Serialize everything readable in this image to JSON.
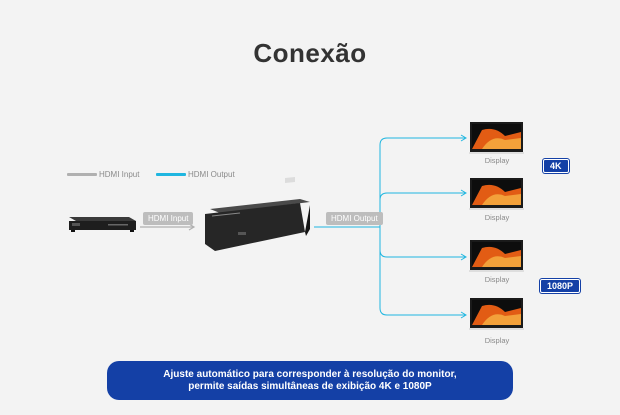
{
  "title": "Conexão",
  "legend": {
    "input_label": "HDMI Input",
    "output_label": "HDMI Output",
    "input_color": "#b0b0b0",
    "output_color": "#1fb6e0"
  },
  "input_pill": "HDMI Input",
  "output_pill": "HDMI Output",
  "displays": [
    "Display",
    "Display",
    "Display",
    "Display"
  ],
  "badges": {
    "top": "4K",
    "bottom": "1080P"
  },
  "banner": {
    "line1": "Ajuste automático para corresponder à resolução do monitor,",
    "line2": "permite saídas simultâneas de exibição 4K e 1080P"
  },
  "colors": {
    "accent": "#1440a6",
    "line": "#1fb6e0",
    "background": "#f3f3f3"
  },
  "icons": [
    "media-player-icon",
    "hdmi-splitter-icon",
    "monitor-icon"
  ]
}
